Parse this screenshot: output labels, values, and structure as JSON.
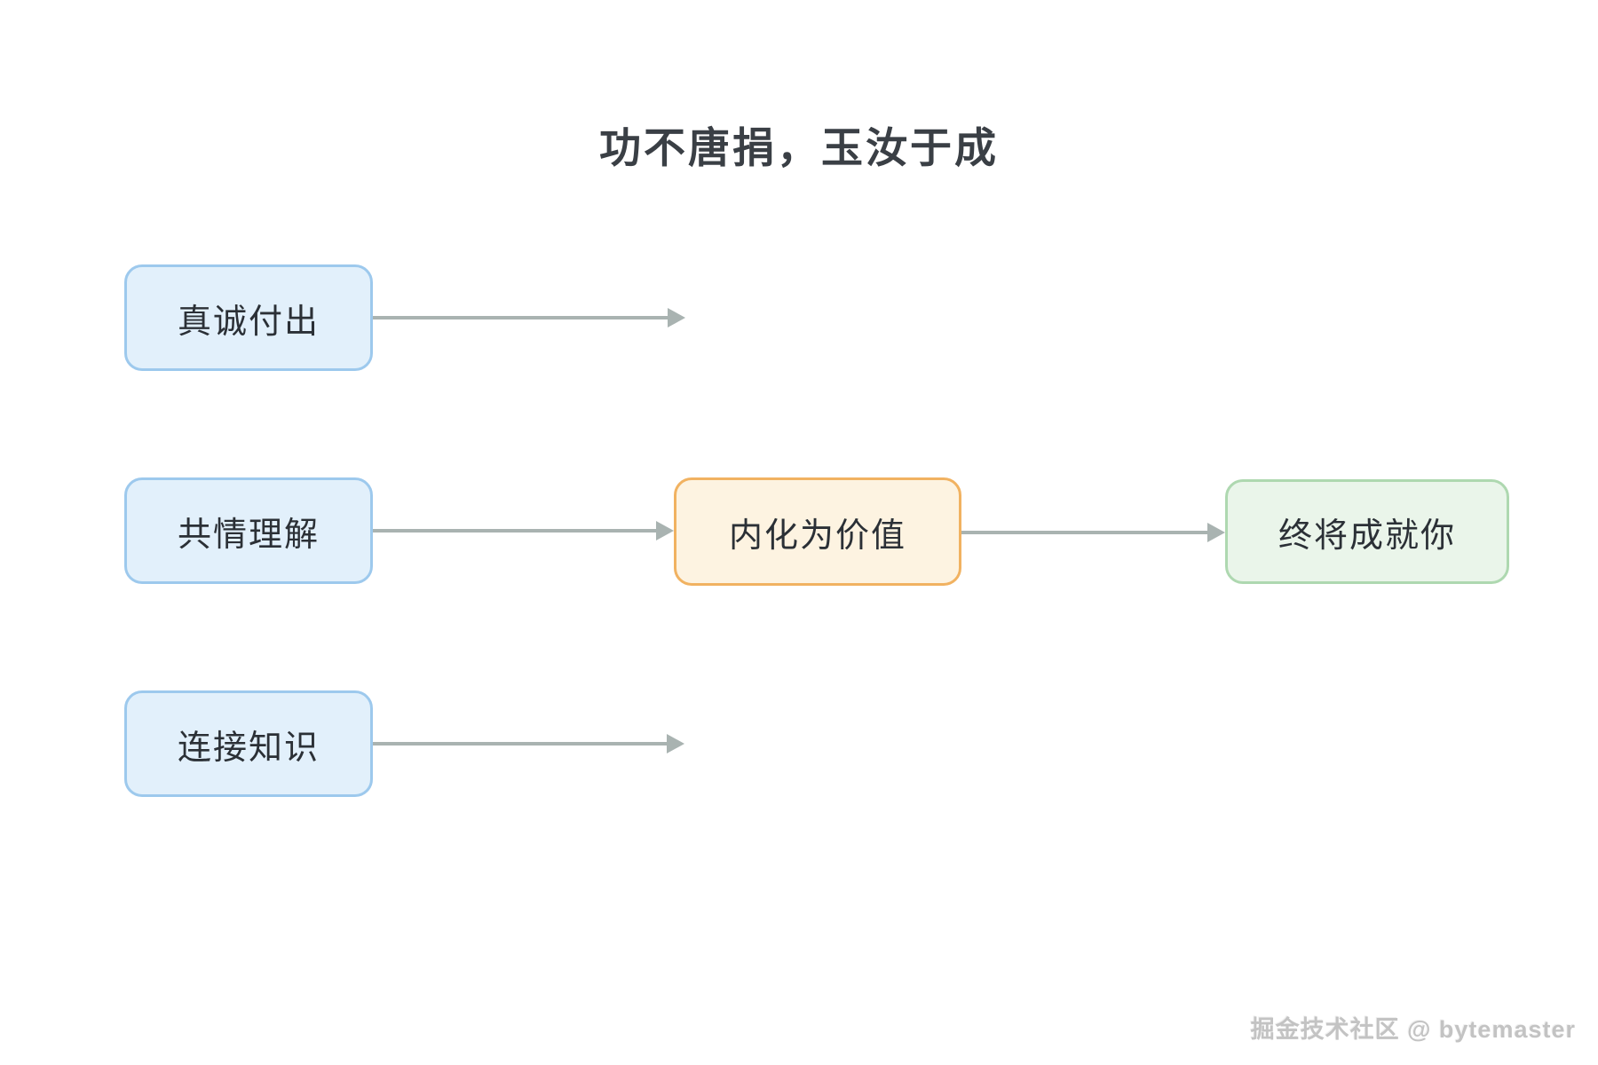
{
  "title": "功不唐捐，玉汝于成",
  "diagram": {
    "sources": [
      {
        "id": "sincere-effort",
        "label": "真诚付出"
      },
      {
        "id": "empathy",
        "label": "共情理解"
      },
      {
        "id": "connect-knowledge",
        "label": "连接知识"
      }
    ],
    "middle": {
      "label": "内化为价值"
    },
    "result": {
      "label": "终将成就你"
    },
    "arrows": [
      {
        "from": "真诚付出",
        "direction": "right"
      },
      {
        "from": "共情理解",
        "to": "内化为价值",
        "direction": "right"
      },
      {
        "from": "连接知识",
        "direction": "right"
      },
      {
        "from": "内化为价值",
        "to": "终将成就你",
        "direction": "right"
      }
    ]
  },
  "colors": {
    "background": "#ffffff",
    "blue_node_border": "#9dc9ed",
    "blue_node_fill": "#e2f0fb",
    "orange_node_border": "#f1b261",
    "orange_node_fill": "#fdf3e1",
    "green_node_border": "#aed8b0",
    "green_node_fill": "#eaf5ea",
    "arrow": "#a9b3b1",
    "title_text": "#3a3f45",
    "node_text": "#2b3036",
    "watermark_text": "#c3c3c3"
  },
  "watermark": "掘金技术社区 @ bytemaster"
}
